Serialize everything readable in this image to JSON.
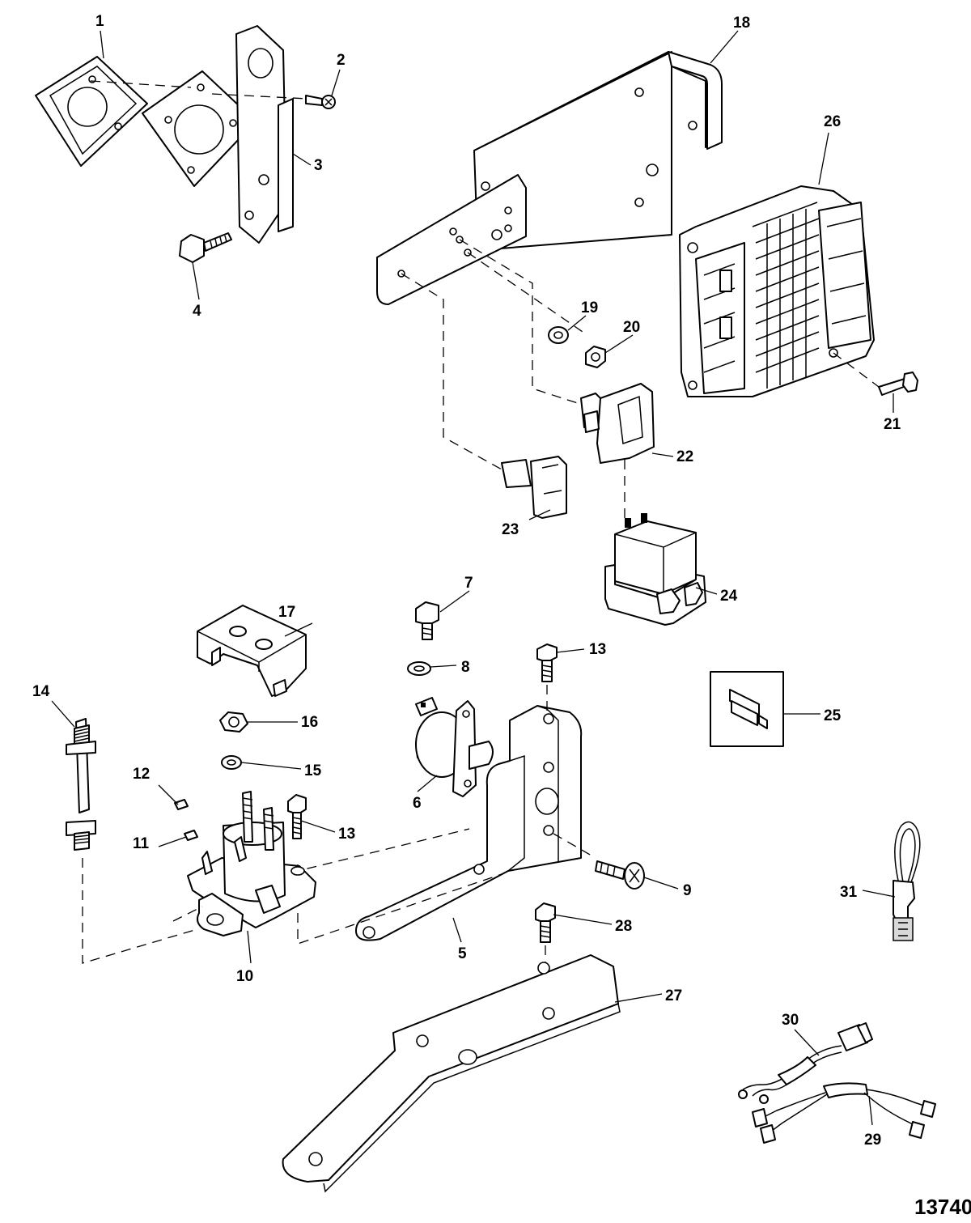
{
  "figure_id": "13740",
  "callouts": [
    "1",
    "2",
    "3",
    "4",
    "5",
    "6",
    "7",
    "8",
    "9",
    "10",
    "11",
    "12",
    "13",
    "13",
    "14",
    "15",
    "16",
    "17",
    "18",
    "19",
    "20",
    "21",
    "22",
    "23",
    "24",
    "25",
    "26",
    "27",
    "28",
    "29",
    "30",
    "31"
  ]
}
